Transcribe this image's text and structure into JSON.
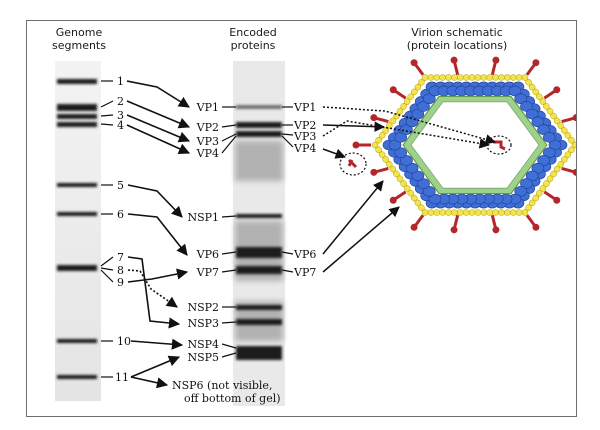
{
  "headers": {
    "genome": [
      "Genome",
      "segments"
    ],
    "proteins": [
      "Encoded",
      "proteins"
    ],
    "virion": [
      "Virion schematic",
      "(protein locations)"
    ]
  },
  "segments": [
    "1",
    "2",
    "3",
    "4",
    "5",
    "6",
    "7",
    "8",
    "9",
    "10",
    "11"
  ],
  "proteins_left": [
    "VP1",
    "VP2",
    "VP3",
    "VP4",
    "NSP1",
    "VP6",
    "VP7",
    "NSP2",
    "NSP3",
    "NSP4",
    "NSP5"
  ],
  "proteins_right": [
    "VP1",
    "VP2",
    "VP3",
    "VP4",
    "VP6",
    "VP7"
  ],
  "nsp6_note": [
    "NSP6 (not visible,",
    "off bottom of gel)"
  ],
  "colors": {
    "outer_shell": "#f2e54a",
    "mid_layer": "#3f6fd6",
    "inner_layer": "#9ed18a",
    "spike": "#b3262a",
    "gel_band": "#1a1a1a"
  }
}
